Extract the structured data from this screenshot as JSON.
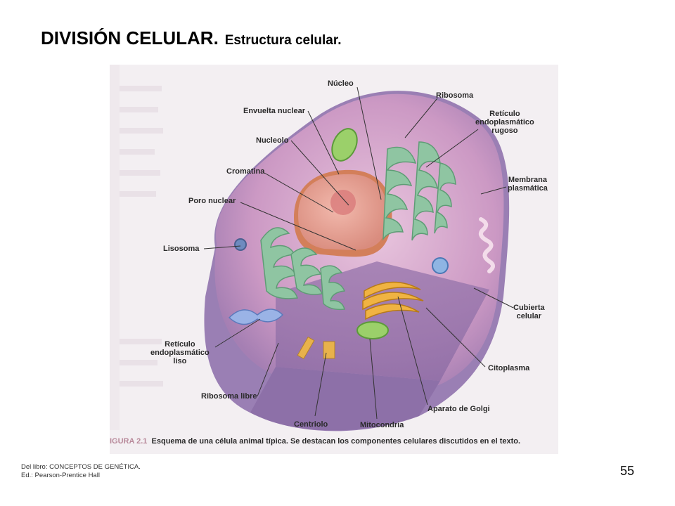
{
  "slide": {
    "title_main": "DIVISIÓN CELULAR.",
    "title_sub": "Estructura celular.",
    "page_number": "55",
    "credit_line1": "Del libro: CONCEPTOS DE GENÉTICA.",
    "credit_line2": "Ed.: Pearson-Prentice Hall"
  },
  "figure": {
    "caption_fig": "IGURA 2.1",
    "caption_text": "Esquema de una célula animal típica. Se destacan los componentes celulares discutidos en el texto.",
    "labels": {
      "nucleo": "Núcleo",
      "ribosoma": "Ribosoma",
      "envuelta_nuclear": "Envuelta nuclear",
      "reticulo_rugoso": "Retículo\nendoplasmático\nrugoso",
      "nucleolo": "Nucleolo",
      "cromatina": "Cromatina",
      "membrana_plasmatica": "Membrana\nplasmática",
      "poro_nuclear": "Poro nuclear",
      "lisosoma": "Lisosoma",
      "cubierta_celular": "Cubierta\ncelular",
      "reticulo_liso": "Retículo\nendoplasmático\nliso",
      "citoplasma": "Citoplasma",
      "ribosoma_libre": "Ribosoma libre",
      "aparato_golgi": "Aparato de Golgi",
      "centriolo": "Centriolo",
      "mitocondria": "Mitocondria"
    }
  }
}
